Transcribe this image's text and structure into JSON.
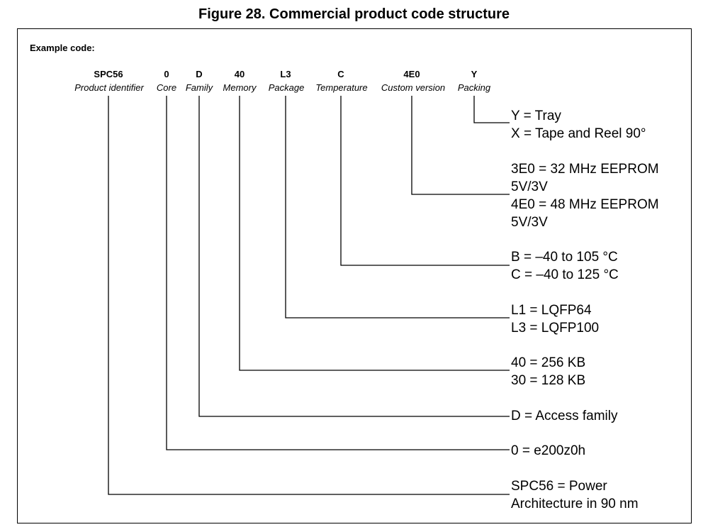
{
  "title": "Figure 28. Commercial product code structure",
  "example_label": "Example code:",
  "fields": [
    {
      "code": "SPC56",
      "label": "Product identifier"
    },
    {
      "code": "0",
      "label": "Core"
    },
    {
      "code": "D",
      "label": "Family"
    },
    {
      "code": "40",
      "label": "Memory"
    },
    {
      "code": "L3",
      "label": "Package"
    },
    {
      "code": "C",
      "label": "Temperature"
    },
    {
      "code": "4E0",
      "label": "Custom version"
    },
    {
      "code": "Y",
      "label": "Packing"
    }
  ],
  "descriptions": {
    "packing": [
      "Y = Tray",
      "X = Tape and Reel 90°"
    ],
    "custom": [
      "3E0 = 32 MHz EEPROM",
      "5V/3V",
      "4E0 = 48 MHz EEPROM",
      "5V/3V"
    ],
    "temperature": [
      "B = –40 to 105 °C",
      "C = –40 to 125 °C"
    ],
    "package": [
      "L1 = LQFP64",
      "L3 = LQFP100"
    ],
    "memory": [
      "40 = 256 KB",
      "30 = 128 KB"
    ],
    "family": [
      "D = Access family"
    ],
    "core": [
      "0 = e200z0h"
    ],
    "product": [
      "SPC56 = Power",
      "Architecture in 90 nm"
    ]
  }
}
